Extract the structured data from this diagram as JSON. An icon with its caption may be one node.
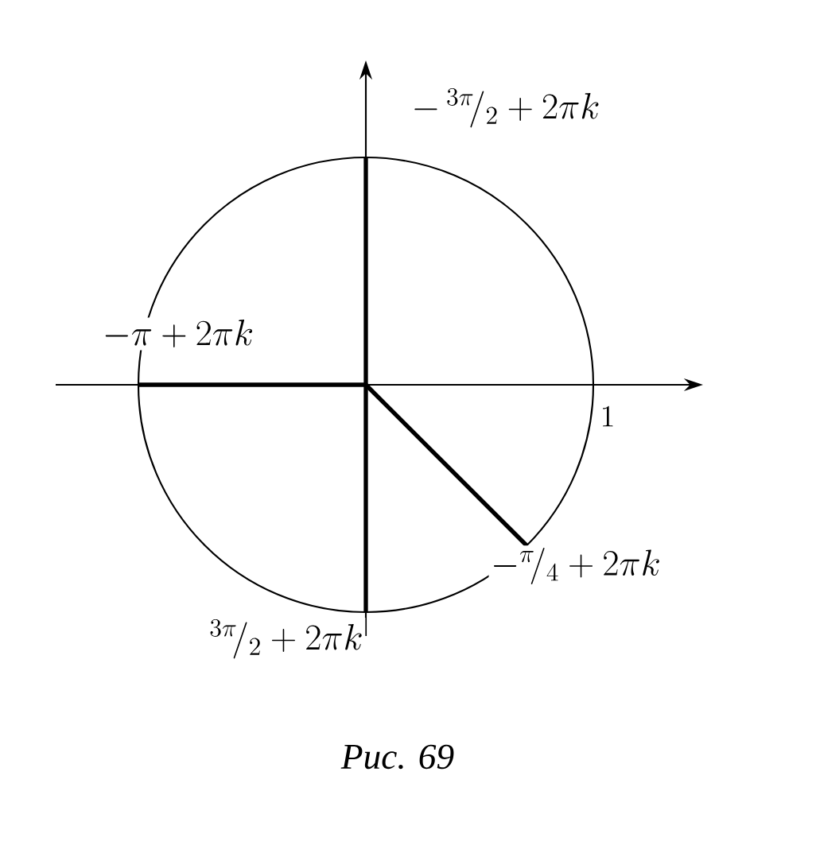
{
  "diagram": {
    "caption": "Рис. 69",
    "labels": [
      "-\\,{}^{3\\pi}\\!/_{2}+2\\pi k",
      "-\\pi+2\\pi k",
      "1",
      "-{}^{\\pi}\\!/_{4}+2\\pi k",
      "{}^{3\\pi}\\!/_{2}+2\\pi k"
    ]
  }
}
